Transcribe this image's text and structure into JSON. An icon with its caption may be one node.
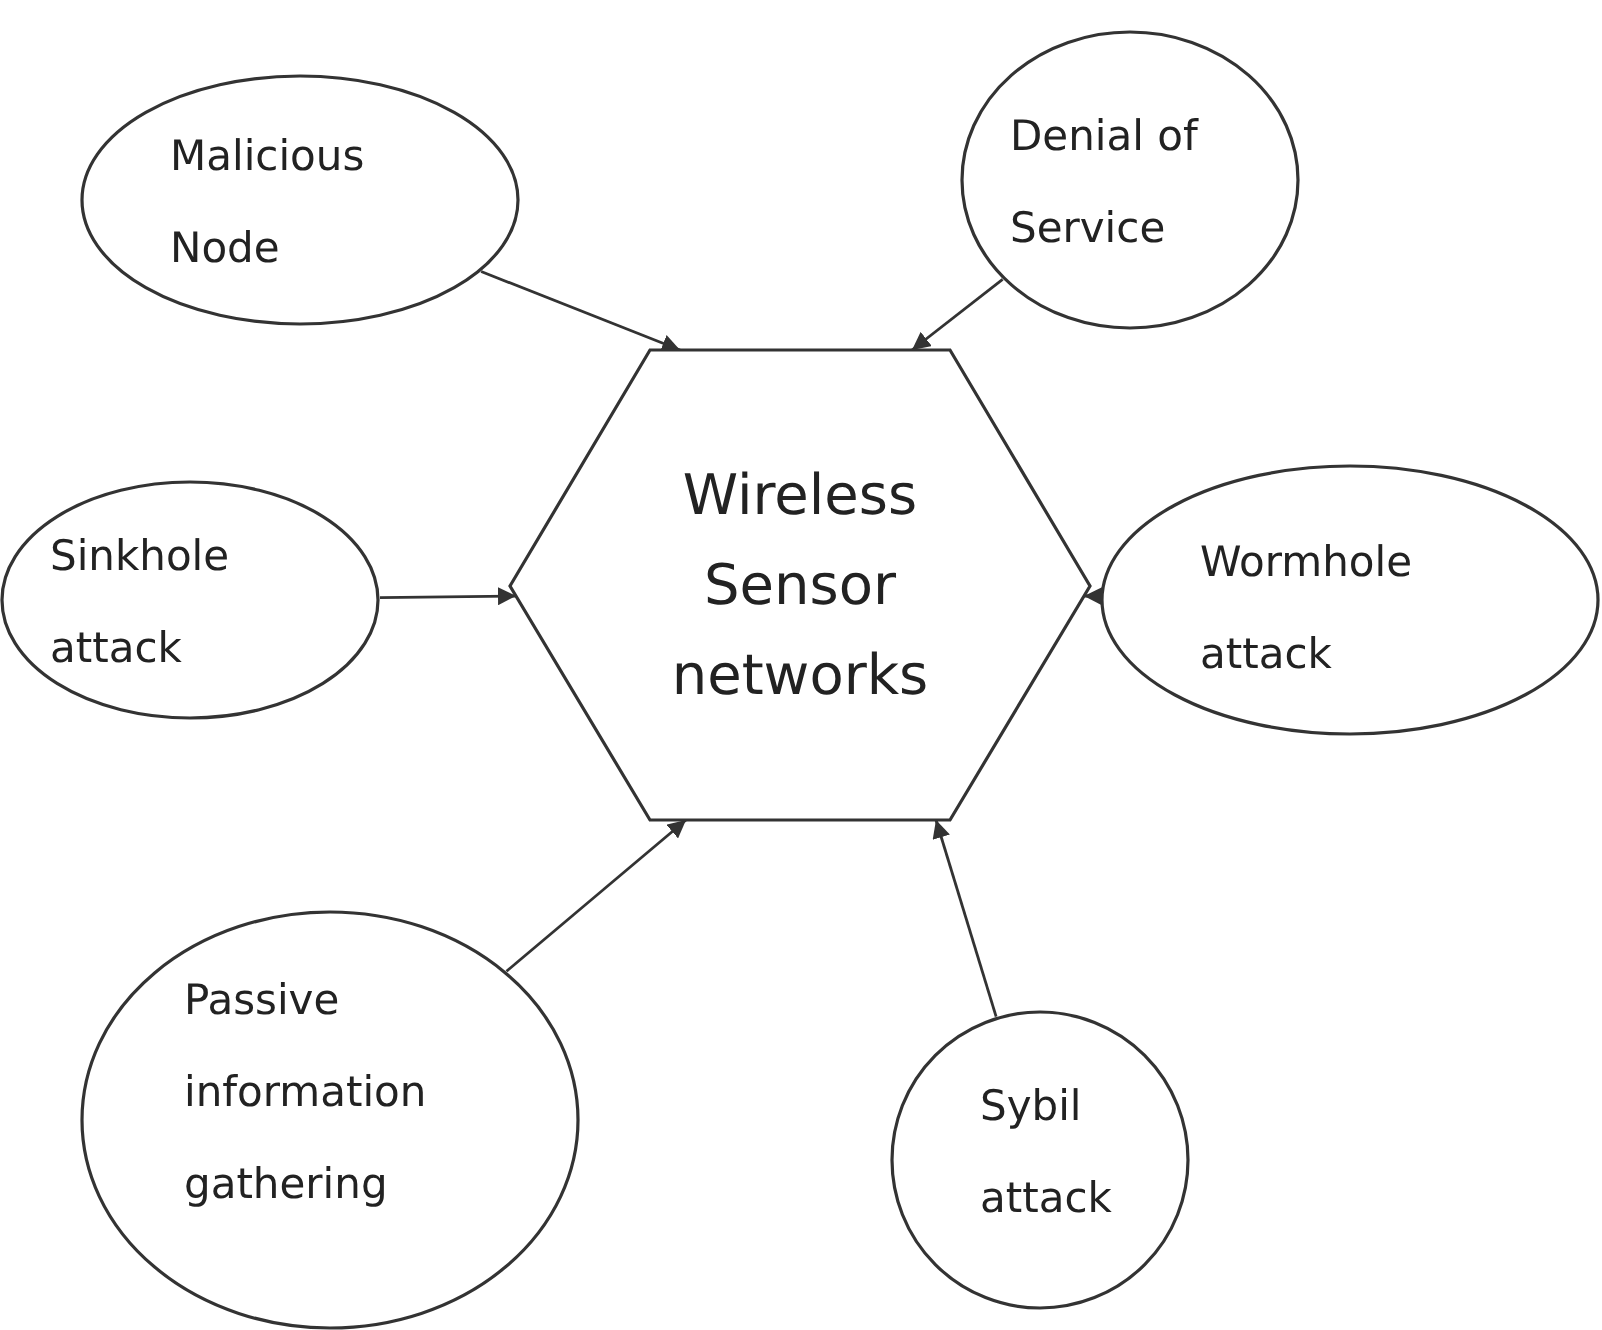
{
  "diagram": {
    "nodes": [
      {
        "text": [
          "Wireless Sensor networks"
        ]
      },
      {
        "text": [
          "Malicious Node"
        ]
      },
      {
        "text": [
          "Denial of Service"
        ]
      },
      {
        "text": [
          "Sinkhole attack"
        ]
      },
      {
        "text": [
          "Wormhole attack"
        ]
      },
      {
        "text": [
          "Passive information gathering"
        ]
      },
      {
        "text": [
          "Sybil attack"
        ]
      }
    ],
    "edges": [
      {
        "from": 1,
        "to": 0,
        "arrow": "to"
      },
      {
        "from": 2,
        "to": 0,
        "arrow": "to"
      },
      {
        "from": 3,
        "to": 0,
        "arrow": "to"
      },
      {
        "from": 4,
        "to": 0,
        "arrow": "to"
      },
      {
        "from": 5,
        "to": 0,
        "arrow": "to"
      },
      {
        "from": 6,
        "to": 0,
        "arrow": "to"
      }
    ]
  }
}
